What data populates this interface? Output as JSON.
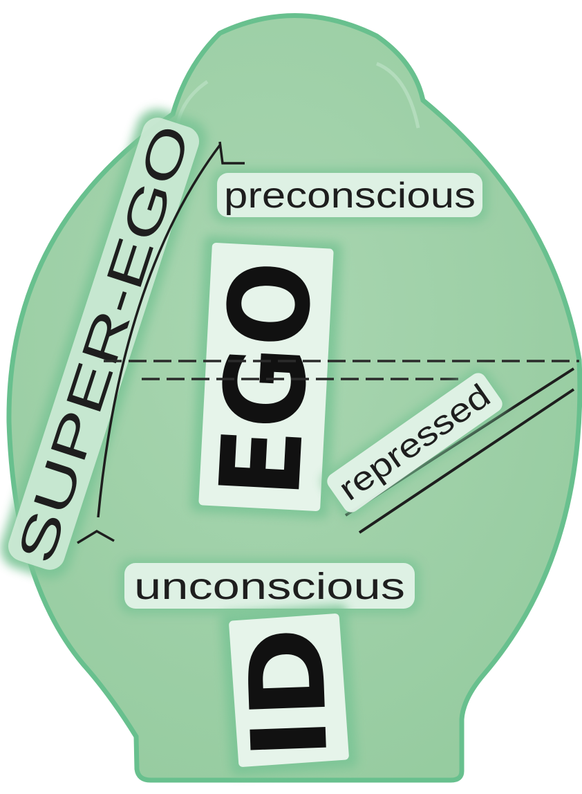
{
  "labels": {
    "super_ego": "SUPER-EGO",
    "preconscious": "preconscious",
    "ego": "EGO",
    "repressed": "repressed",
    "unconscious": "unconscious",
    "id": "ID"
  },
  "colors": {
    "body_fill": "#9dcfa6",
    "body_outline": "#68c08e",
    "body_highlight": "#b3dcbc",
    "label_box": "#e8f5ec",
    "label_glow": "#7cc596",
    "ink": "#1e1e1e"
  }
}
